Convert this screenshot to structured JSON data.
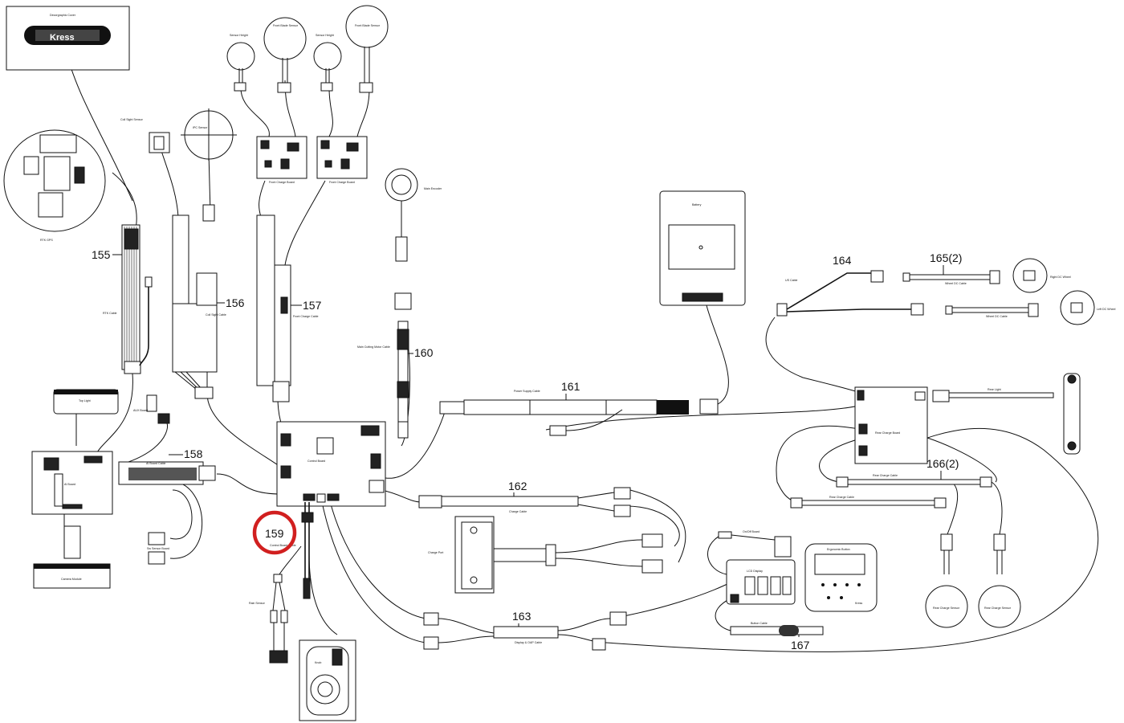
{
  "diagram": {
    "callouts": [
      {
        "id": "155",
        "text": "155"
      },
      {
        "id": "156",
        "text": "156"
      },
      {
        "id": "157",
        "text": "157"
      },
      {
        "id": "158",
        "text": "158"
      },
      {
        "id": "159",
        "text": "159"
      },
      {
        "id": "160",
        "text": "160"
      },
      {
        "id": "161",
        "text": "161"
      },
      {
        "id": "162",
        "text": "162"
      },
      {
        "id": "163",
        "text": "163"
      },
      {
        "id": "164",
        "text": "164"
      },
      {
        "id": "165",
        "text": "165(2)"
      },
      {
        "id": "166",
        "text": "166(2)"
      },
      {
        "id": "167",
        "text": "167"
      }
    ],
    "labels": {
      "top_display": "Decorgraphic Cover",
      "brand": "Kress",
      "rtk_board": "RTK GPS",
      "rtk_cable": "RTK Cable",
      "collision_sensor": "Coll Sight Sensor",
      "ic_sensor": "IPC Sensor",
      "coll_sight_cable": "Coll Sight Cable",
      "left_sensor": "Sensor Height",
      "front_sensor": "Front Blade Sensor",
      "front_board_1": "Front Charge Board",
      "front_board_2": "Front Charge Board",
      "front_cable": "Front Charge Cable",
      "motor_encoder": "Main Encoder",
      "motor_cable": "Main Cutting Motor Cable",
      "battery": "Battery",
      "power_cable": "Power Supply Cable",
      "ultrasonic_cable": "US Cable",
      "wheel_cable_right": "Wheel DC Cable",
      "wheel_cable_left": "Wheel DC Cable",
      "right_dc": "Right DC Wheel",
      "left_dc": "Left DC Wheel",
      "rear_light": "Rear Light",
      "rear_board": "Rear Charge Board",
      "rear_cable_1": "Rear Charge Cable",
      "rear_cable_2": "Rear Charge Cable",
      "rear_sensor_1": "Rear Charge Sensor",
      "rear_sensor_2": "Rear Charge Sensor",
      "top_light": "Top Light",
      "aux_board": "AUX Board",
      "ai_cable": "AI Board Cable",
      "ai_board": "AI Board",
      "sw_board": "Sw Sensor Board",
      "camera": "Camera Module",
      "control_board": "Control Board",
      "control_cable": "Control Board Cable",
      "rain_sensor": "Rain Sensor",
      "knob": "Knob",
      "charge_cable": "Charge Cable",
      "charge_port": "Charge Port",
      "display_cable": "Display & OAP Cable",
      "onoff_board": "On/Off Board",
      "lcd": "LCD Display",
      "button_cable": "Button Cable",
      "keypad": "Ergonomic Button",
      "keypad_brand": "Kress"
    }
  }
}
